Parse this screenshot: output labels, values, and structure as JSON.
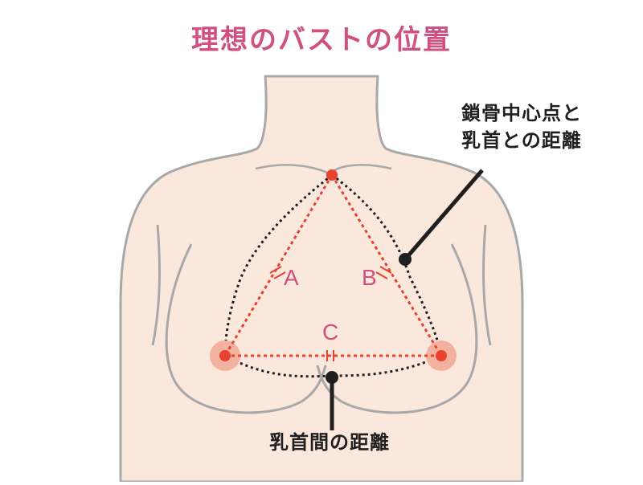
{
  "title": "理想のバストの位置",
  "callouts": {
    "clavicle_line1": "鎖骨中心点と",
    "clavicle_line2": "乳首との距離",
    "nipple_distance": "乳首間の距離"
  },
  "labels": {
    "a": "A",
    "b": "B",
    "c": "C"
  },
  "colors": {
    "title": "#d0507f",
    "skin": "#fbe8dd",
    "outline": "#a8a8a8",
    "red_dot": "#e8412f",
    "red_line": "#e8412f",
    "nipple_halo": "#f3b29f",
    "black_line": "#1f1f1f"
  }
}
